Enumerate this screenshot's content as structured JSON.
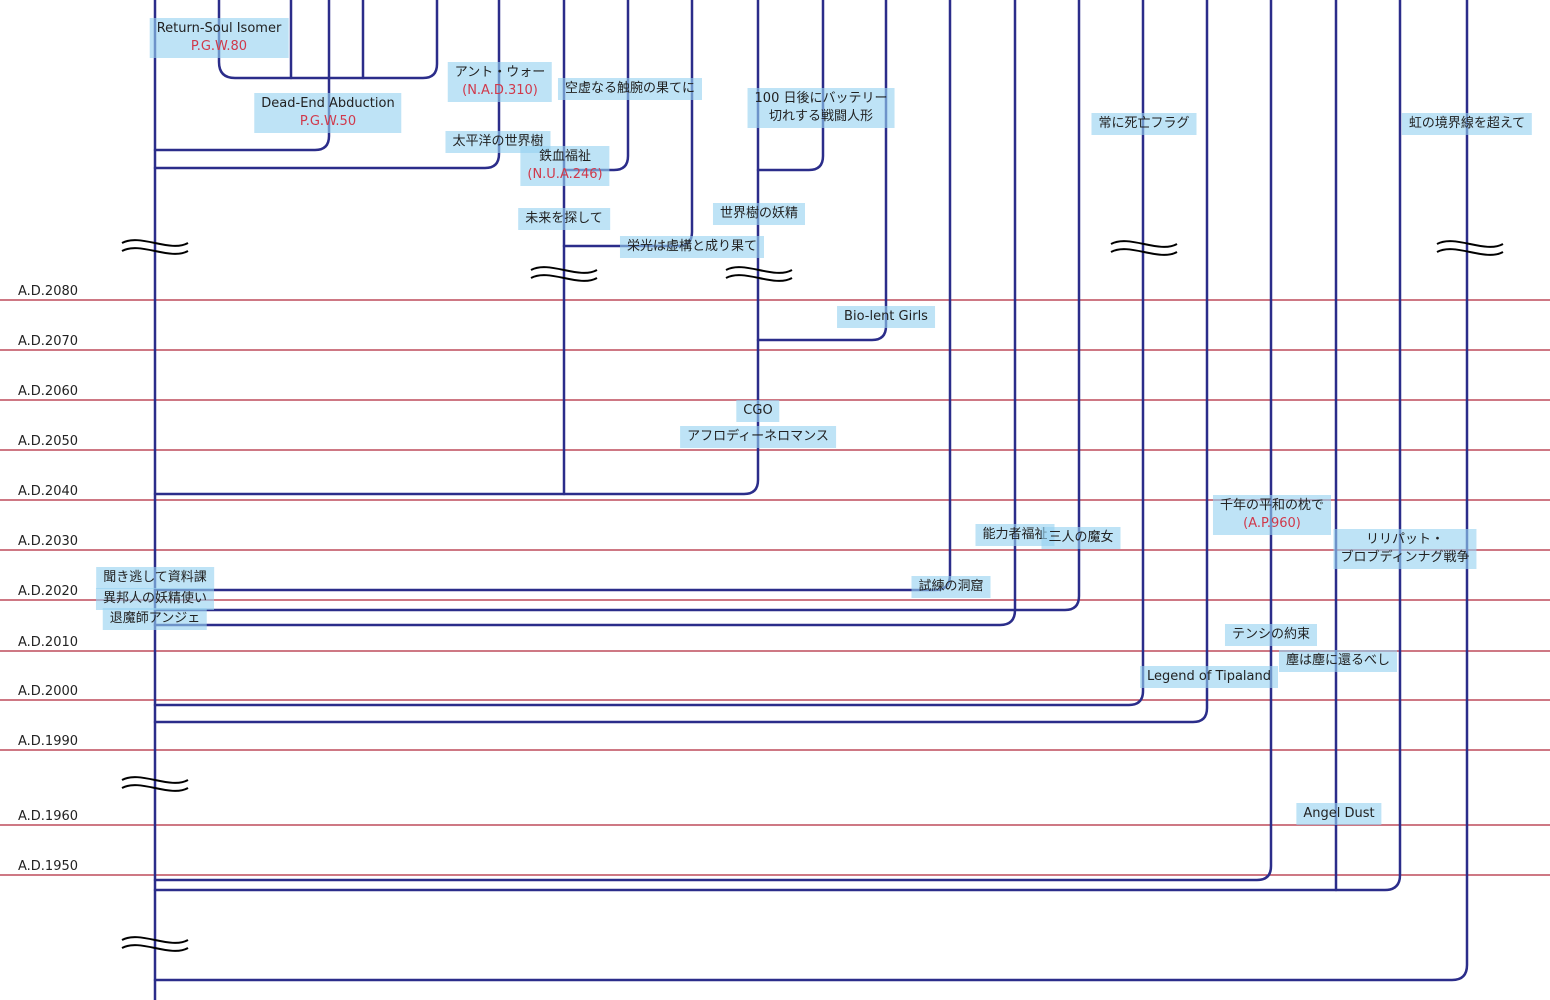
{
  "colors": {
    "era_line": "#b0273a",
    "branch": "#2b2d8a",
    "label_bg": "#96d2f0",
    "code_text": "#d0394b"
  },
  "years": [
    "A.D.2080",
    "A.D.2070",
    "A.D.2060",
    "A.D.2050",
    "A.D.2040",
    "A.D.2030",
    "A.D.2020",
    "A.D.2010",
    "A.D.2000",
    "A.D.1990",
    "A.D.1960",
    "A.D.1950"
  ],
  "nodes": [
    {
      "key": "return-soul-isomer",
      "title": "Return-Soul Isomer",
      "sub": "P.G.W.80"
    },
    {
      "key": "dead-end-abduction",
      "title": "Dead-End Abduction",
      "sub": "P.G.W.50"
    },
    {
      "key": "ant-war",
      "title": "アント・ウォー",
      "sub": "(N.A.D.310)"
    },
    {
      "key": "kuukyo",
      "title": "空虚なる触腕の果てに"
    },
    {
      "key": "taiheiyou",
      "title": "太平洋の世界樹"
    },
    {
      "key": "tekketsu",
      "title": "鉄血福祉",
      "sub": "(N.U.A.246)"
    },
    {
      "key": "mirai",
      "title": "未来を探して"
    },
    {
      "key": "eikou",
      "title": "栄光は虚構と成り果て"
    },
    {
      "key": "sekaiju-yousei",
      "title": "世界樹の妖精"
    },
    {
      "key": "battery",
      "title": "100 日後にバッテリー",
      "sub_plain": "切れする戦闘人形"
    },
    {
      "key": "bio-lent",
      "title": "Bio-lent Girls"
    },
    {
      "key": "cgo",
      "title": "CGO"
    },
    {
      "key": "aphrodite",
      "title": "アフロディーネロマンス"
    },
    {
      "key": "shiren",
      "title": "試練の洞窟"
    },
    {
      "key": "nouryoku",
      "title": "能力者福祉"
    },
    {
      "key": "sannin",
      "title": "三人の魔女"
    },
    {
      "key": "shibou",
      "title": "常に死亡フラグ"
    },
    {
      "key": "niji",
      "title": "虹の境界線を超えて"
    },
    {
      "key": "sennen",
      "title": "千年の平和の枕で",
      "sub": "(A.P.960)"
    },
    {
      "key": "lilliput",
      "title": "リリパット・",
      "sub_plain": "ブロブディンナグ戦争"
    },
    {
      "key": "tenshi",
      "title": "テンシの約束"
    },
    {
      "key": "chiri",
      "title": "塵は塵に還るべし"
    },
    {
      "key": "tipaland",
      "title": "Legend of Tipaland"
    },
    {
      "key": "angel-dust",
      "title": "Angel Dust"
    },
    {
      "key": "kikinogashi",
      "title": "聞き逃して資料課"
    },
    {
      "key": "ihoujin",
      "title": "異邦人の妖精使い"
    },
    {
      "key": "angie",
      "title": "退魔師アンジェ"
    }
  ]
}
